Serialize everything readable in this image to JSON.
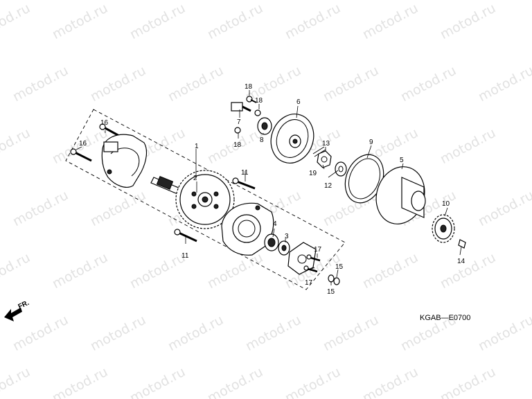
{
  "watermark": "motod.ru",
  "diagram_code": "KGAB—E0700",
  "direction_label": "FR.",
  "callouts": {
    "c1": "1",
    "c2": "2",
    "c3": "3",
    "c4": "4",
    "c5": "5",
    "c6": "6",
    "c7": "7",
    "c8": "8",
    "c9": "9",
    "c10": "10",
    "c11a": "11",
    "c11b": "11",
    "c12": "12",
    "c13": "13",
    "c14": "14",
    "c15a": "15",
    "c15b": "15",
    "c16a": "16",
    "c16b": "16",
    "c17a": "17",
    "c17b": "17",
    "c18a": "18",
    "c18b": "18",
    "c18c": "18",
    "c19": "19"
  }
}
